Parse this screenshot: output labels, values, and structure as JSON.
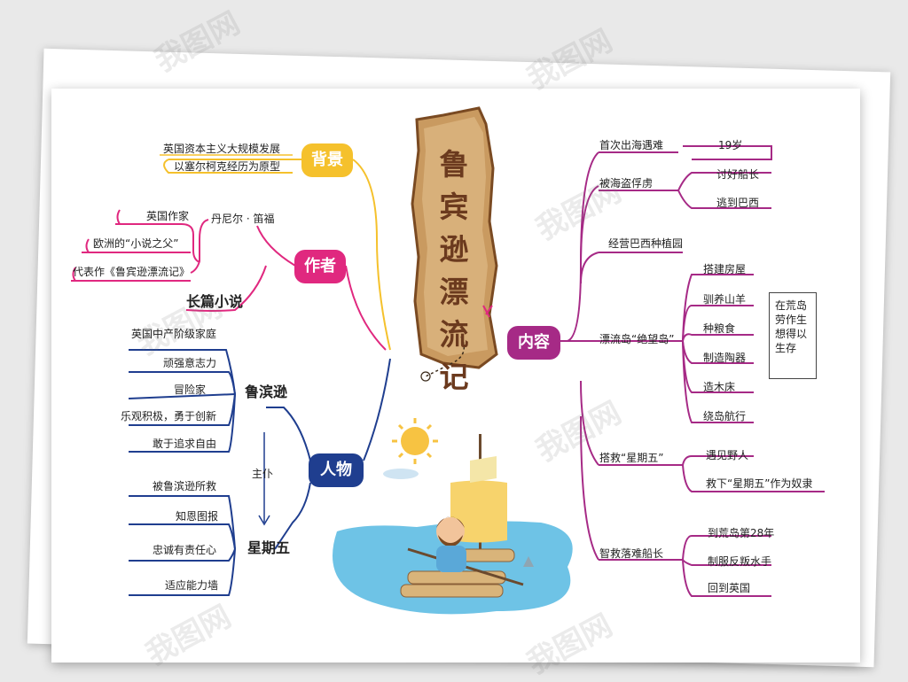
{
  "title": "鲁宾逊漂流记",
  "colors": {
    "background": "#f5c12c",
    "author": "#e0287f",
    "character": "#1f3e8f",
    "content": "#a62a86",
    "wood": "#c99a60"
  },
  "background": {
    "label": "背景",
    "items": [
      "英国资本主义大规模发展",
      "以塞尔柯克经历为原型"
    ]
  },
  "author": {
    "label": "作者",
    "name": "丹尼尔 · 笛福",
    "items": [
      "英国作家",
      "欧洲的“小说之父”",
      "代表作《鲁宾逊漂流记》"
    ],
    "genre": "长篇小说"
  },
  "characters": {
    "label": "人物",
    "robinson": {
      "name": "鲁滨逊",
      "traits": [
        "英国中产阶级家庭",
        "顽强意志力",
        "冒险家",
        "乐观积极，勇于创新",
        "敢于追求自由"
      ]
    },
    "relation": "主仆",
    "friday": {
      "name": "星期五",
      "traits": [
        "被鲁滨逊所救",
        "知恩图报",
        "忠诚有责任心",
        "适应能力墙"
      ]
    }
  },
  "content": {
    "label": "内容",
    "events": [
      {
        "name": "首次出海遇难",
        "details": [
          "19岁"
        ]
      },
      {
        "name": "被海盗俘虏",
        "details": [
          "讨好船长",
          "逃到巴西"
        ]
      },
      {
        "name": "经营巴西种植园",
        "details": []
      },
      {
        "name": "漂流岛“绝望岛”",
        "details": [
          "搭建房屋",
          "驯养山羊",
          "种粮食",
          "制造陶器",
          "造木床",
          "绕岛航行"
        ]
      },
      {
        "name": "搭救“星期五”",
        "details": [
          "遇见野人",
          "救下“星期五”作为奴隶"
        ]
      },
      {
        "name": "智救落难船长",
        "details": [
          "到荒岛第28年",
          "制服反叛水手",
          "回到英国"
        ]
      }
    ],
    "note": "在荒岛劳作生想得以生存"
  },
  "watermark": "我图网"
}
